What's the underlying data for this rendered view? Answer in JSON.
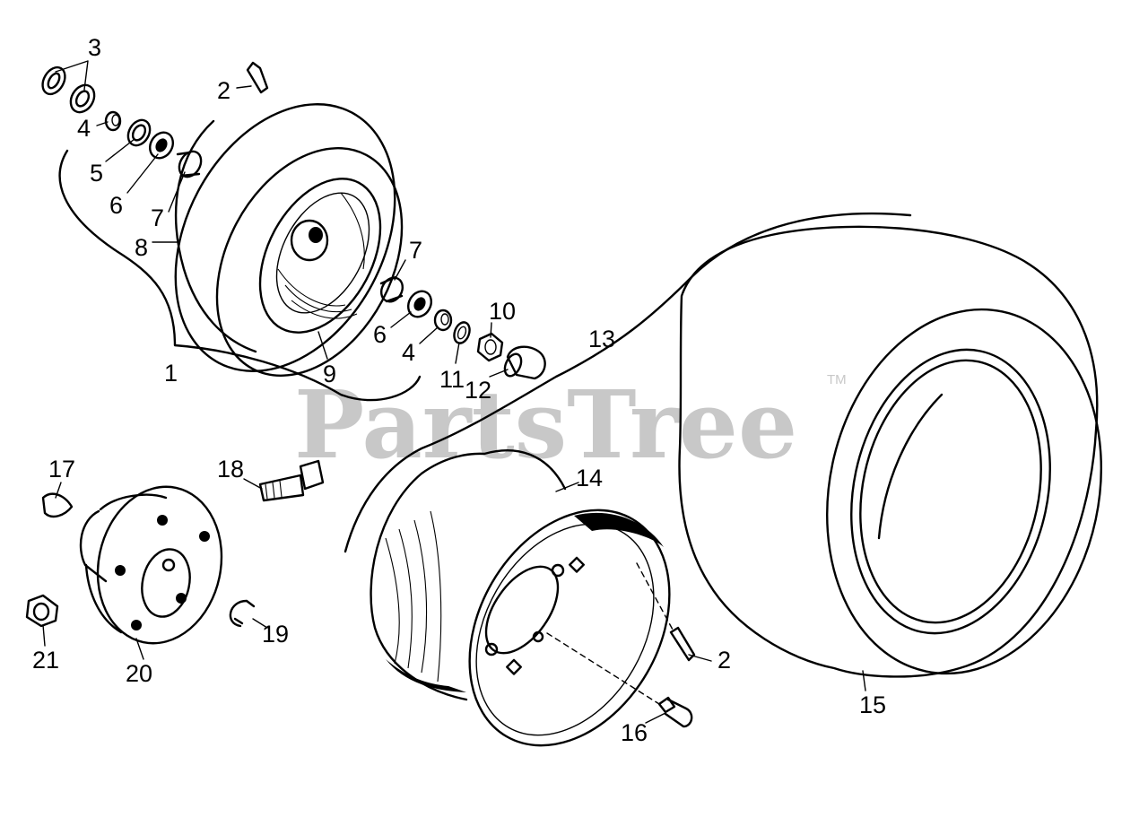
{
  "watermark": {
    "text": "PartsTree",
    "trademark": "TM"
  },
  "callouts": {
    "c1": "1",
    "c2a": "2",
    "c2b": "2",
    "c3": "3",
    "c4a": "4",
    "c4b": "4",
    "c5": "5",
    "c6a": "6",
    "c6b": "6",
    "c7a": "7",
    "c7b": "7",
    "c8": "8",
    "c9": "9",
    "c10": "10",
    "c11": "11",
    "c12": "12",
    "c13": "13",
    "c14": "14",
    "c15": "15",
    "c16": "16",
    "c17": "17",
    "c18": "18",
    "c19": "19",
    "c20": "20",
    "c21": "21"
  }
}
